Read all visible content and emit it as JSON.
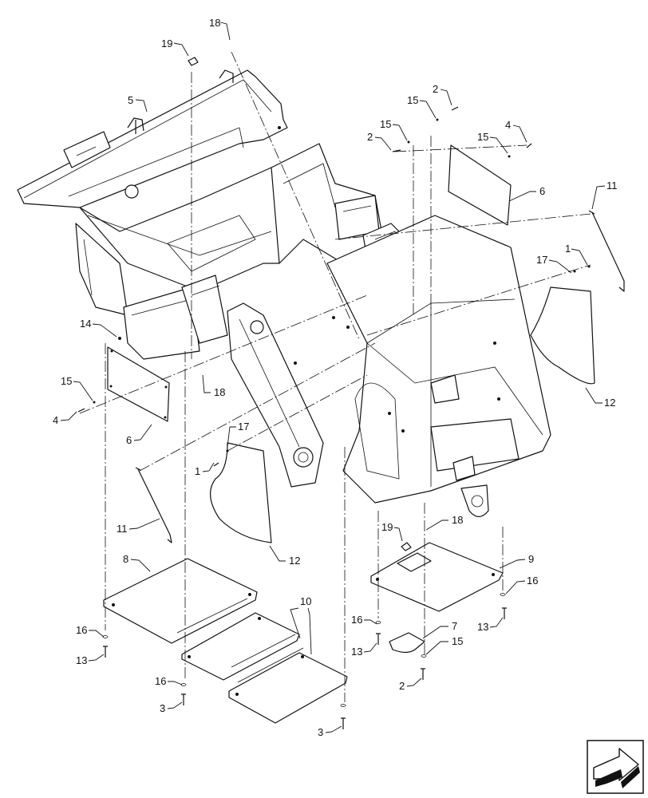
{
  "callouts": {
    "c1a": "1",
    "c1b": "1",
    "c2a": "2",
    "c2b": "2",
    "c2c": "2",
    "c3a": "3",
    "c3b": "3",
    "c4a": "4",
    "c4b": "4",
    "c5": "5",
    "c6a": "6",
    "c6b": "6",
    "c7": "7",
    "c8": "8",
    "c9": "9",
    "c10": "10",
    "c11a": "11",
    "c11b": "11",
    "c12a": "12",
    "c12b": "12",
    "c13a": "13",
    "c13b": "13",
    "c14": "14",
    "c15a": "15",
    "c15b": "15",
    "c15c": "15",
    "c15d": "15",
    "c15e": "15",
    "c16a": "16",
    "c16b": "16",
    "c16c": "16",
    "c16d": "16",
    "c17a": "17",
    "c17b": "17",
    "c18a": "18",
    "c18b": "18",
    "c18c": "18",
    "c19a": "19",
    "c19b": "19"
  },
  "icons": {
    "navigation": "next-page-arrow-icon"
  }
}
